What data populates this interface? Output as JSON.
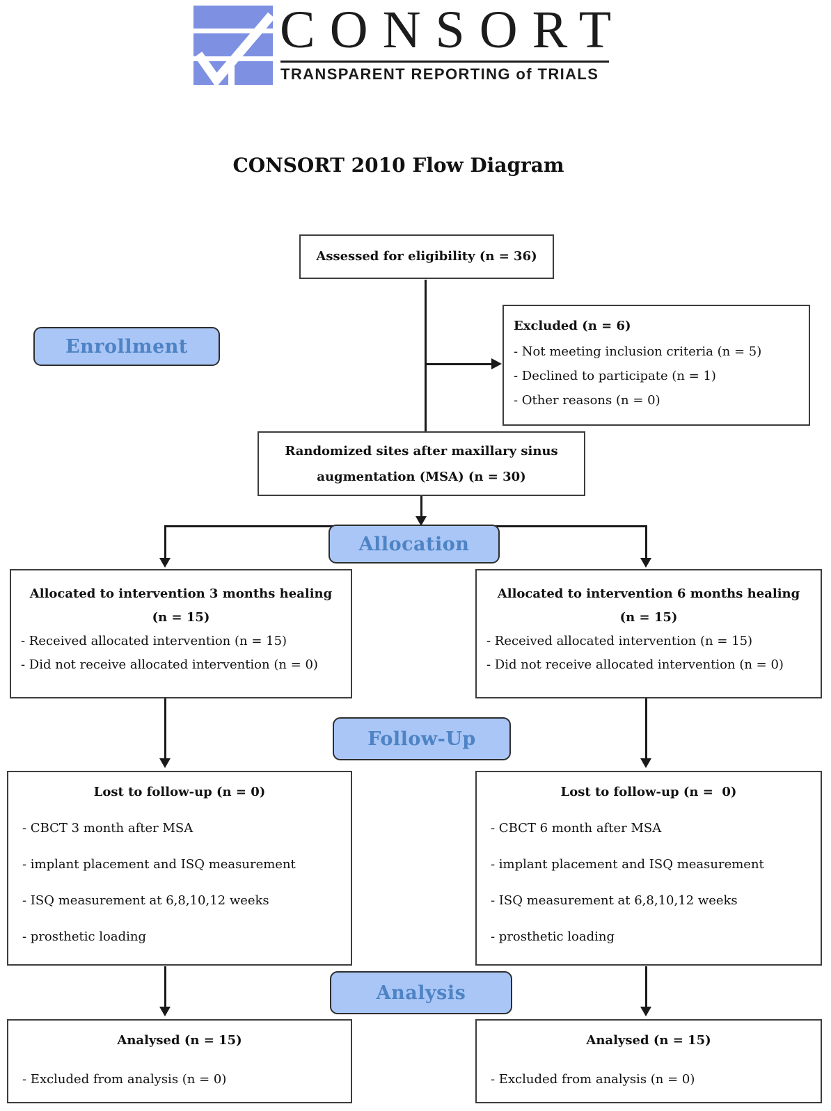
{
  "logo": {
    "wordmark": "CONSORT",
    "tagline": "TRANSPARENT REPORTING of TRIALS",
    "brand_blue": "#7d90e2"
  },
  "page_title": "CONSORT 2010 Flow Diagram",
  "colors": {
    "stage_label_fill": "#a9c6f6",
    "stage_label_text": "#4e83c4",
    "box_border": "#3d3d3d",
    "line_color": "#1a1a1a"
  },
  "stages": {
    "enrollment": "Enrollment",
    "allocation": "Allocation",
    "followup": "Follow-Up",
    "analysis": "Analysis"
  },
  "boxes": {
    "assessed": {
      "text": "Assessed for eligibility (n = 36)"
    },
    "excluded": {
      "title": "Excluded (n = 6)",
      "items": [
        "- Not meeting inclusion criteria (n = 5)",
        "- Declined to participate (n = 1)",
        "- Other reasons (n = 0)"
      ]
    },
    "randomized": {
      "line1": "Randomized sites after maxillary sinus",
      "line2": "augmentation (MSA) (n = 30)"
    },
    "allocated_3m": {
      "title": "Allocated to intervention 3 months healing",
      "n": "(n = 15)",
      "items": [
        "- Received allocated intervention (n = 15)",
        "- Did not receive allocated intervention (n = 0)"
      ]
    },
    "allocated_6m": {
      "title": "Allocated to intervention 6 months healing",
      "n": "(n = 15)",
      "items": [
        "- Received allocated intervention (n = 15)",
        "- Did not receive allocated intervention (n = 0)"
      ]
    },
    "followup_3m": {
      "title": "Lost to follow-up (n = 0)",
      "items": [
        "- CBCT 3 month after MSA",
        "- implant placement and ISQ measurement",
        "- ISQ measurement at 6,8,10,12 weeks",
        "- prosthetic loading"
      ]
    },
    "followup_6m": {
      "title": "Lost to follow-up (n =  0)",
      "items": [
        "- CBCT 6 month after MSA",
        "- implant placement and ISQ measurement",
        "- ISQ measurement at 6,8,10,12 weeks",
        "- prosthetic loading"
      ]
    },
    "analysed_3m": {
      "title": "Analysed (n = 15)",
      "items": [
        "- Excluded from analysis (n = 0)"
      ]
    },
    "analysed_6m": {
      "title": "Analysed (n = 15)",
      "items": [
        "- Excluded from analysis (n = 0)"
      ]
    }
  }
}
